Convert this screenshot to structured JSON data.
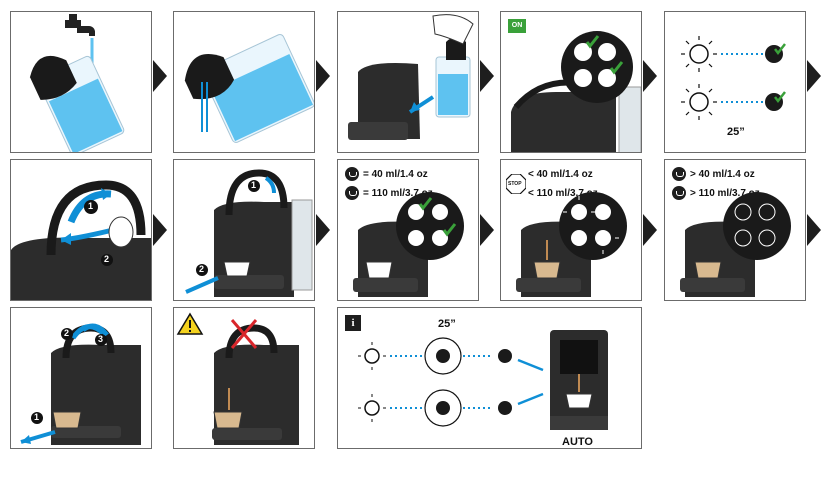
{
  "steps": {
    "rinse_time": "25”",
    "auto_time": "25”",
    "on_badge": "ON",
    "info_badge": "i",
    "auto_label": "AUTO"
  },
  "volumes": {
    "espresso": "= 40 ml/1.4 oz",
    "lungo": "= 110 ml/3.7 oz",
    "stop_espresso": "< 40 ml/1.4 oz",
    "stop_lungo": "< 110 ml/3.7 oz",
    "more_espresso": "> 40 ml/1.4 oz",
    "more_lungo": "> 110 ml/3.7 oz",
    "stop_sign": "STOP"
  },
  "callouts": [
    "1",
    "2",
    "3"
  ],
  "colors": {
    "accent_blue": "#0f8fd6",
    "water_blue": "#5ec2f0",
    "check_green": "#3aa13a",
    "warning_yellow": "#f4d21f",
    "cross_red": "#d9262b",
    "machine_dark": "#2c2c2c"
  },
  "icons": [
    "tap-icon",
    "water-tank-icon",
    "capsule-icon",
    "espresso-button-icon",
    "lungo-button-icon",
    "checkmark-icon",
    "warning-icon",
    "stop-sign-icon",
    "cup-icon"
  ]
}
